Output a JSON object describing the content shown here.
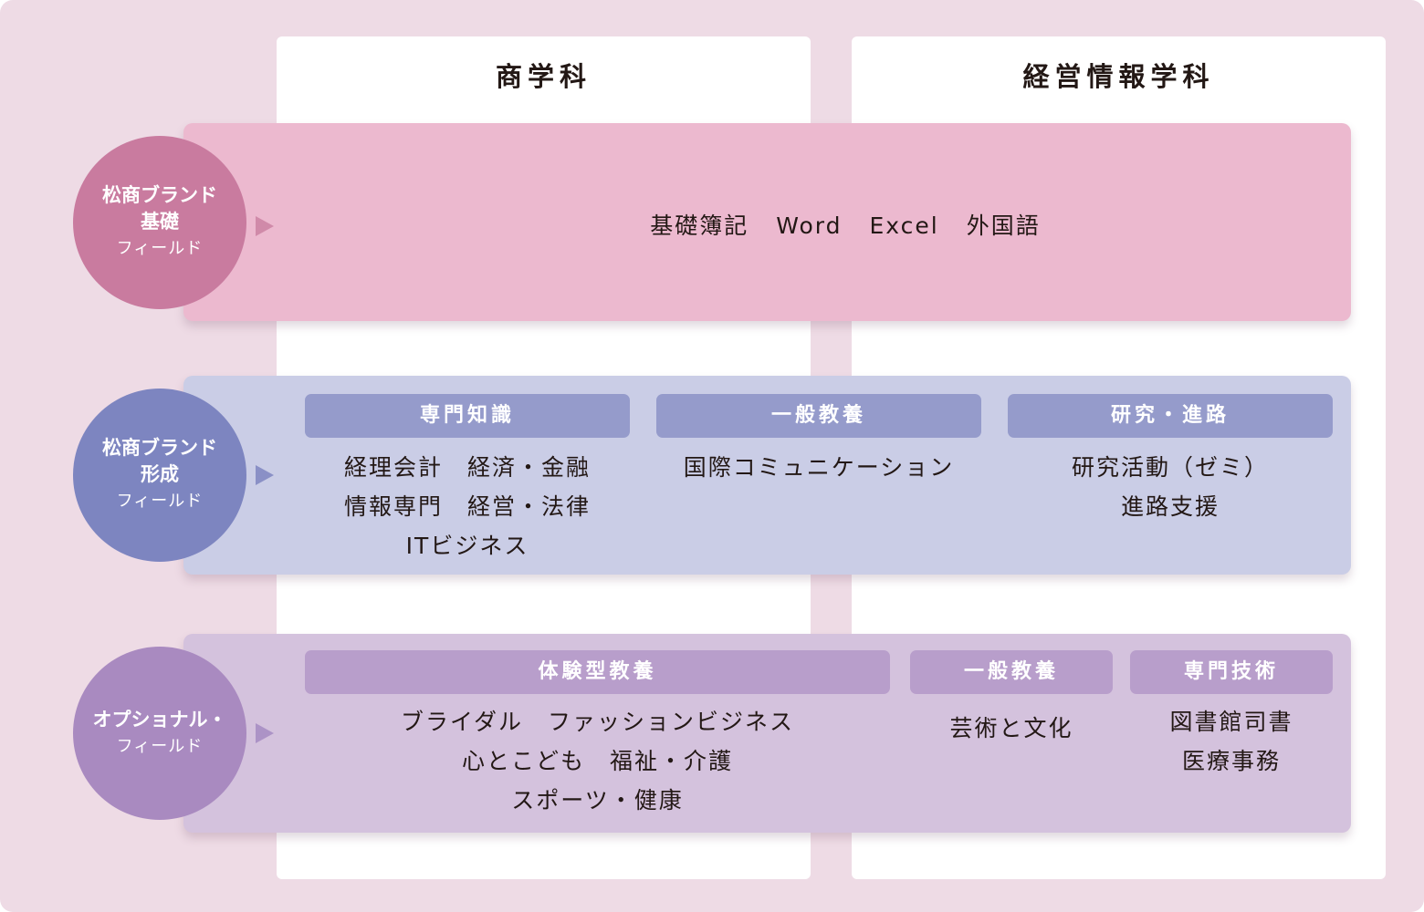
{
  "columns": {
    "left_title": "商学科",
    "right_title": "経営情報学科"
  },
  "fields": {
    "basic": {
      "label_line1": "松商ブランド",
      "label_line2": "基礎",
      "label_line3": "フィールド",
      "items": [
        "基礎簿記",
        "Word",
        "Excel",
        "外国語"
      ]
    },
    "formation": {
      "label_line1": "松商ブランド",
      "label_line2": "形成",
      "label_line3": "フィールド",
      "groups": [
        {
          "title": "専門知識",
          "lines": [
            "経理会計　経済・金融",
            "情報専門　経営・法律",
            "ITビジネス"
          ]
        },
        {
          "title": "一般教養",
          "lines": [
            "国際コミュニケーション"
          ]
        },
        {
          "title": "研究・進路",
          "lines": [
            "研究活動（ゼミ）",
            "進路支援"
          ]
        }
      ]
    },
    "optional": {
      "label_line1": "オプショナル・",
      "label_line2": "フィールド",
      "groups": [
        {
          "title": "体験型教養",
          "lines": [
            "ブライダル　ファッションビジネス",
            "心とこども　福祉・介護",
            "スポーツ・健康"
          ]
        },
        {
          "title": "一般教養",
          "lines": [
            "芸術と文化"
          ]
        },
        {
          "title": "専門技術",
          "lines": [
            "図書館司書",
            "医療事務"
          ]
        }
      ]
    }
  },
  "colors": {
    "background": "#eedbe5",
    "basic_band": "#ecb9cf",
    "basic_circle": "#c97b9f",
    "formation_band": "#cacde6",
    "formation_circle": "#7d85c0",
    "formation_pill": "#959bcb",
    "optional_band": "#d4c2dd",
    "optional_circle": "#a98ac0",
    "optional_pill": "#b89ecb"
  }
}
